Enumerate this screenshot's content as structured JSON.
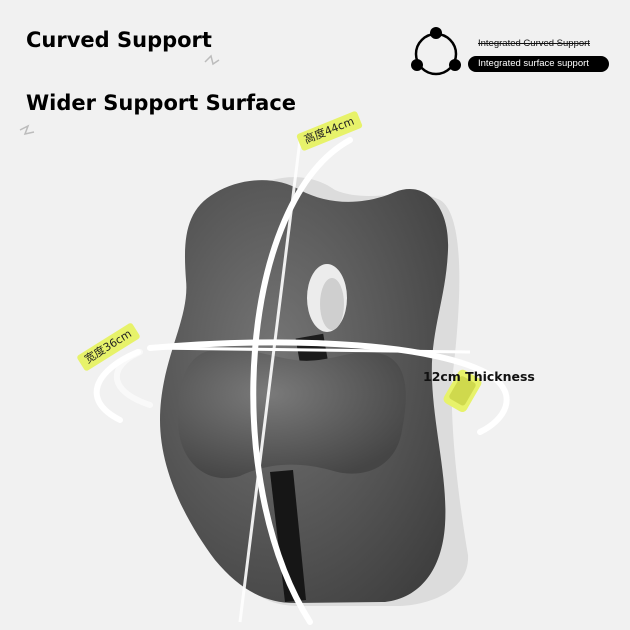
{
  "headline_curved": "Curved Support",
  "headline_wider": "Wider Support Surface",
  "height_badge": "高度44cm",
  "width_badge": "宽度36cm",
  "thickness_label": "12cm Thickness",
  "feature": {
    "icon": "cycle-icon",
    "title": "Integrated Curved Support",
    "pill": "Integrated surface support"
  },
  "colors": {
    "cushion": "#555555",
    "cushion_edge": "#dcdcdc",
    "badge": "#e7f26a",
    "pill": "#000000"
  }
}
